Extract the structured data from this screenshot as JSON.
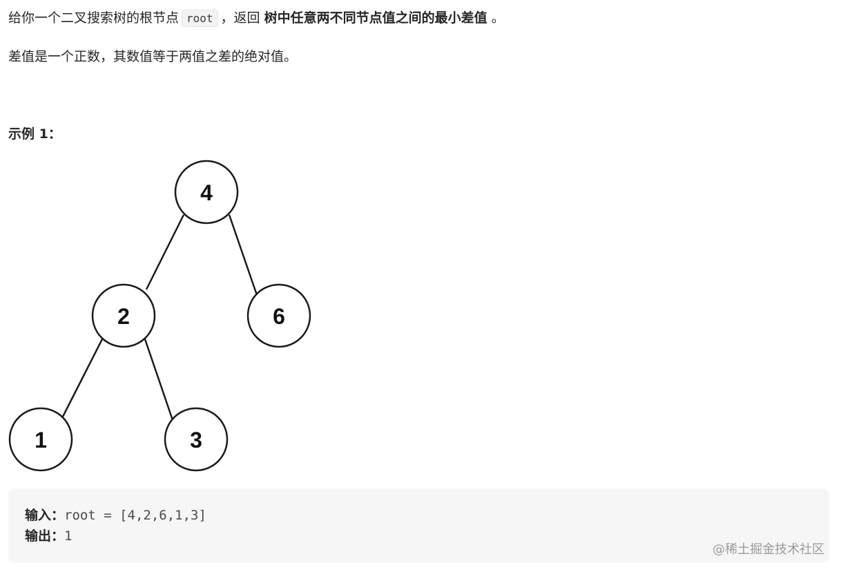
{
  "problem": {
    "p1_before": "给你一个二叉搜索树的根节点",
    "p1_code": "root",
    "p1_middle": "，返回",
    "p1_bold": "树中任意两不同节点值之间的最小差值",
    "p1_end": "。",
    "p2": "差值是一个正数，其数值等于两值之差的绝对值。"
  },
  "example": {
    "heading": "示例 1：",
    "tree_nodes": [
      "4",
      "2",
      "6",
      "1",
      "3"
    ],
    "input_label": "输入：",
    "input_value": "root = [4,2,6,1,3]",
    "output_label": "输出：",
    "output_value": "1"
  },
  "watermark": "@稀土掘金技术社区"
}
